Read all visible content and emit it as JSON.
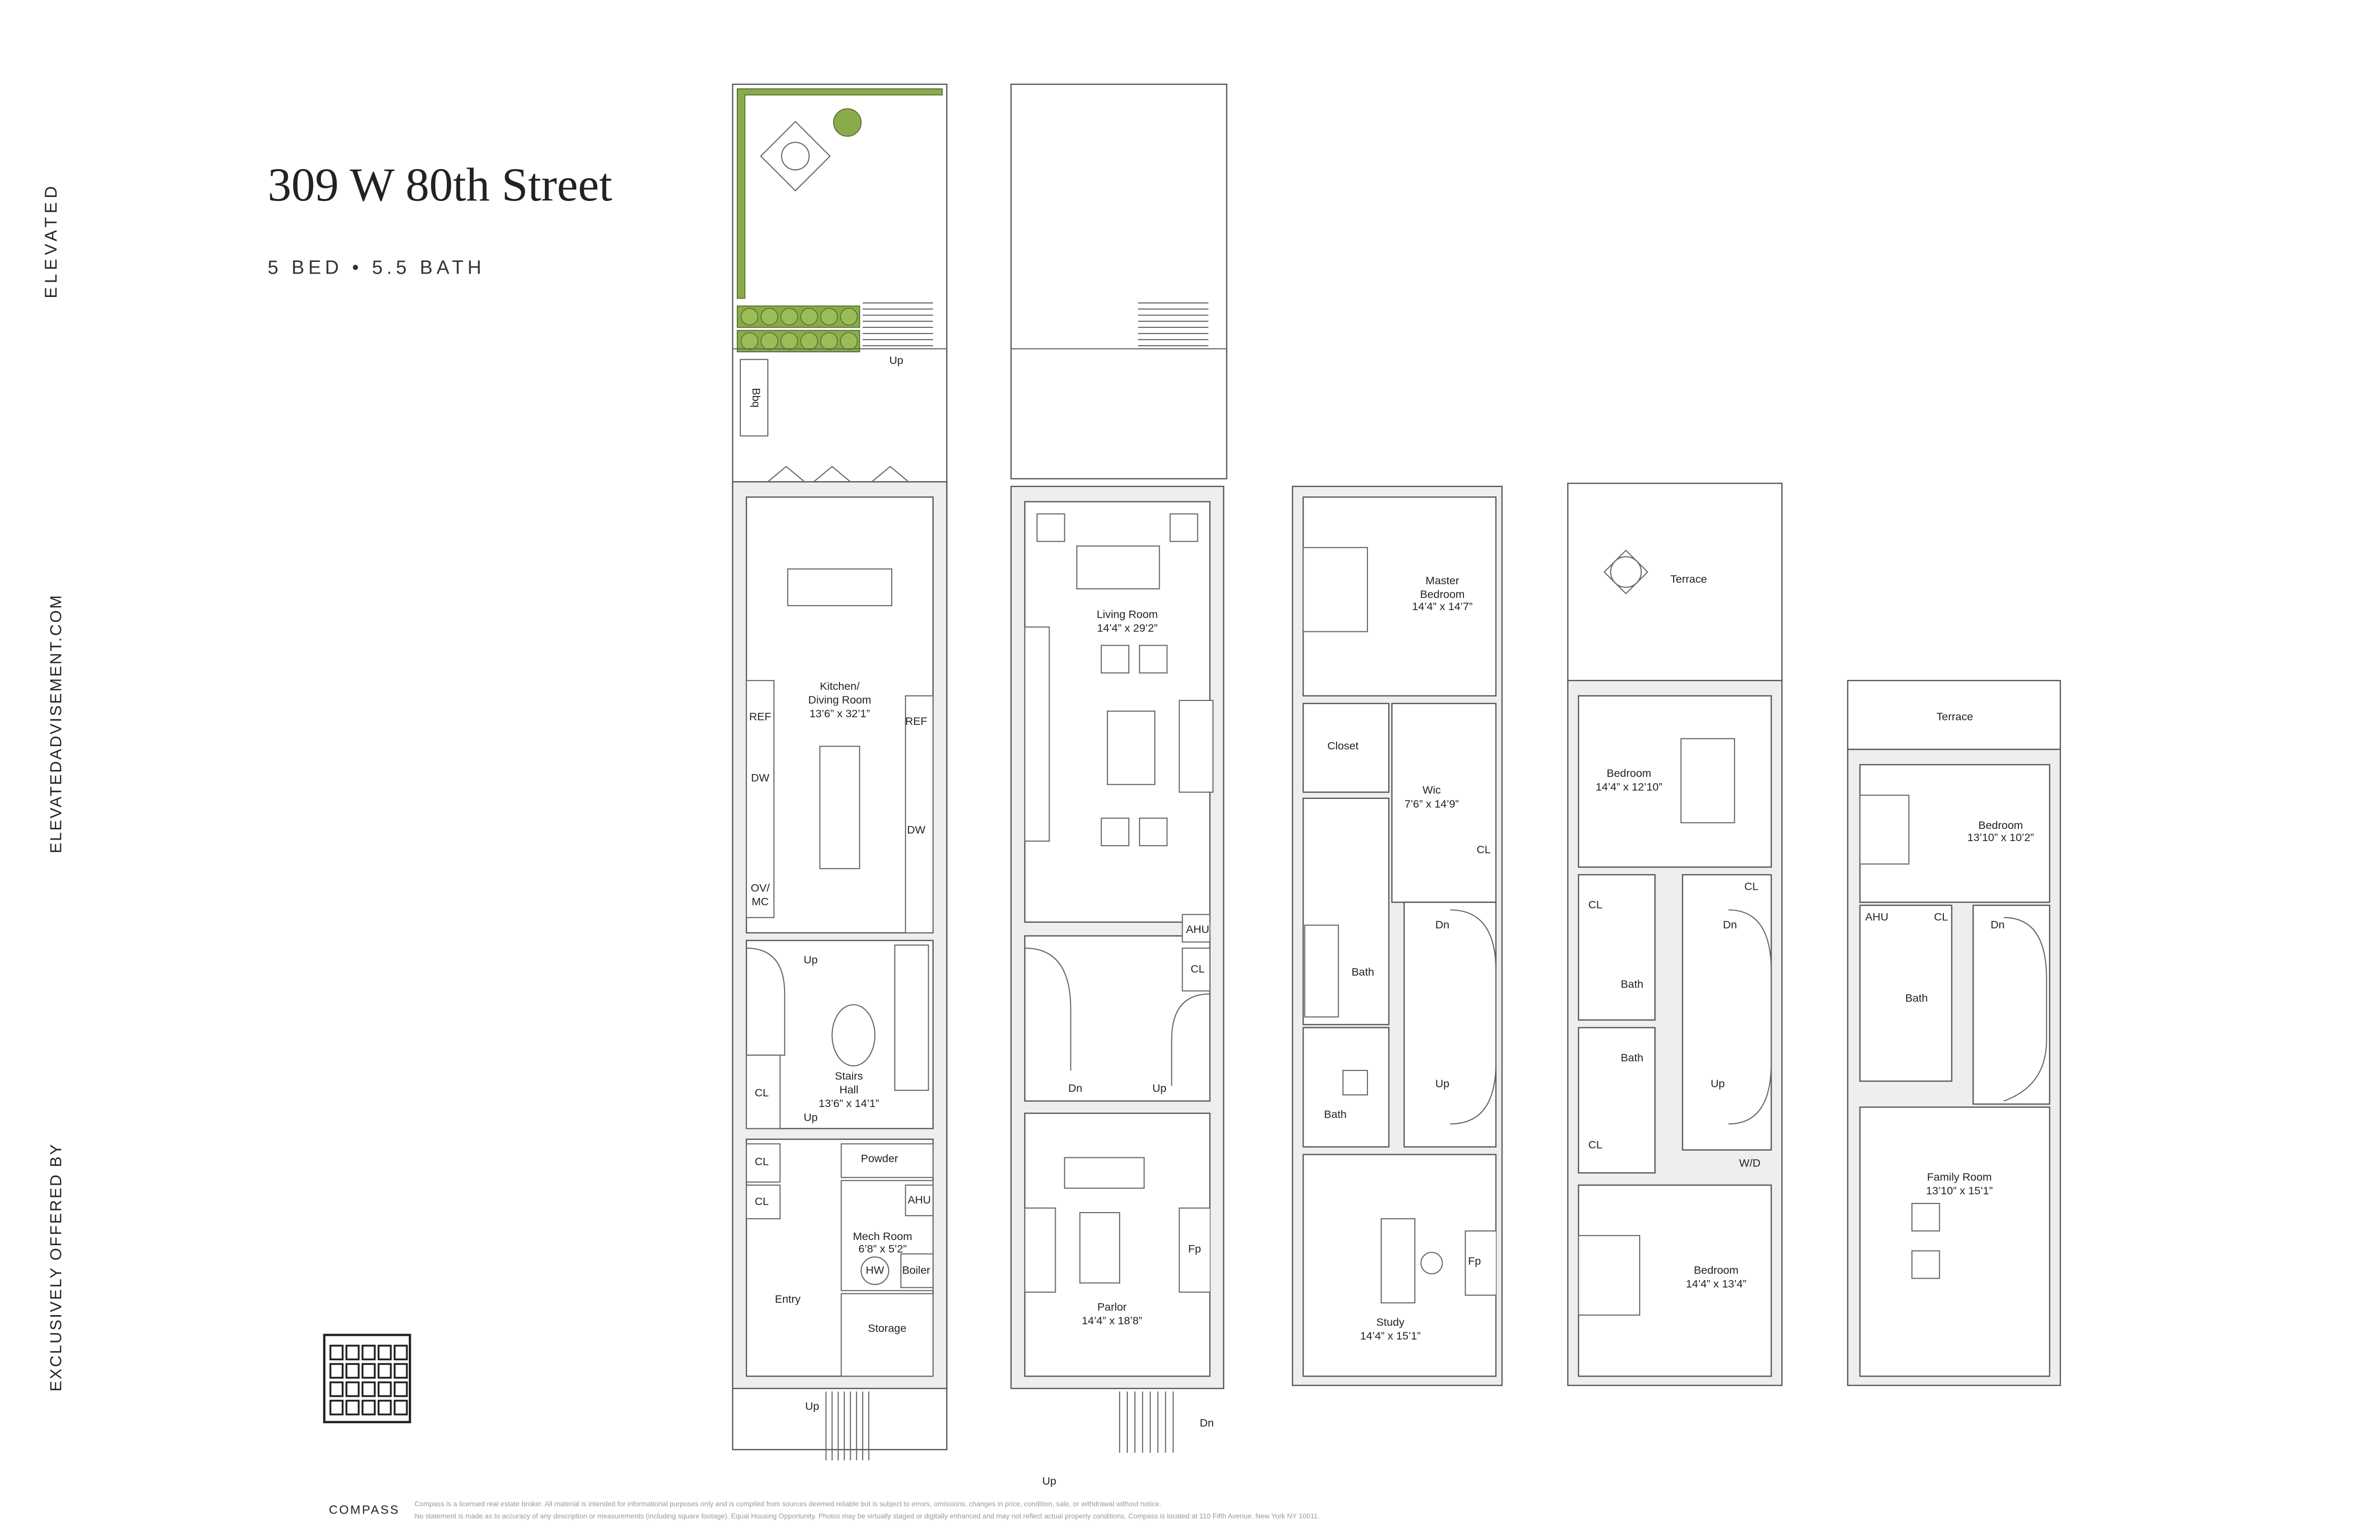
{
  "header": {
    "title": "309 W 80th Street",
    "subtitle": "5 BED • 5.5 BATH"
  },
  "sidebar": {
    "brand": "ELEVATED",
    "website": "ELEVATEDADVISEMENT.COM",
    "offered_by": "EXCLUSIVELY OFFERED BY"
  },
  "footer": {
    "logo": "COMPASS",
    "disclaimer_line1": "Compass is a licensed real estate broker. All material is intended for informational purposes only and is compiled from sources deemed reliable but is subject to errors, omissions, changes in price, condition, sale, or withdrawal without notice.",
    "disclaimer_line2": "No statement is made as to accuracy of any description or measurements (including square footage). Equal Housing Opportunity. Photos may be virtually staged or digitally enhanced and may not reflect actual property conditions. Compass is located at 110 Fifth Avenue, New York NY 10011."
  },
  "colors": {
    "garden_green": "#8aab4a",
    "wall_fill": "#eeeeee",
    "line": "#555555"
  },
  "floors": [
    {
      "labels": [
        "Bbq",
        "Up",
        "Kitchen/",
        "Diving Room",
        "13’6” x 32’1”",
        "REF",
        "REF",
        "DW",
        "DW",
        "OV/",
        "MC",
        "Up",
        "Stairs",
        "Hall",
        "13’6” x 14’1”",
        "CL",
        "Up",
        "Powder",
        "CL",
        "CL",
        "AHU",
        "Mech Room",
        "6’8” x 5’2”",
        "HW",
        "Boiler",
        "Entry",
        "Storage",
        "Up"
      ]
    },
    {
      "labels": [
        "Living Room",
        "14’4” x 29’2”",
        "AHU",
        "CL",
        "Dn",
        "Up",
        "Fp",
        "Parlor",
        "14’4” x 18’8”",
        "Dn",
        "Up"
      ]
    },
    {
      "labels": [
        "Master",
        "Bedroom",
        "14’4” x 14’7”",
        "Closet",
        "Wic",
        "7’6” x 14’9”",
        "CL",
        "Dn",
        "Bath",
        "Up",
        "Bath",
        "Fp",
        "Study",
        "14’4” x 15’1”"
      ]
    },
    {
      "labels": [
        "Terrace",
        "Bedroom",
        "14’4” x 12’10”",
        "CL",
        "CL",
        "Dn",
        "Bath",
        "Bath",
        "Up",
        "CL",
        "W/D",
        "Bedroom",
        "14’4” x 13’4”"
      ]
    },
    {
      "labels": [
        "Terrace",
        "Bedroom",
        "13’10” x 10’2”",
        "AHU",
        "CL",
        "Dn",
        "Bath",
        "Family Room",
        "13’10” x 15’1”"
      ]
    }
  ]
}
